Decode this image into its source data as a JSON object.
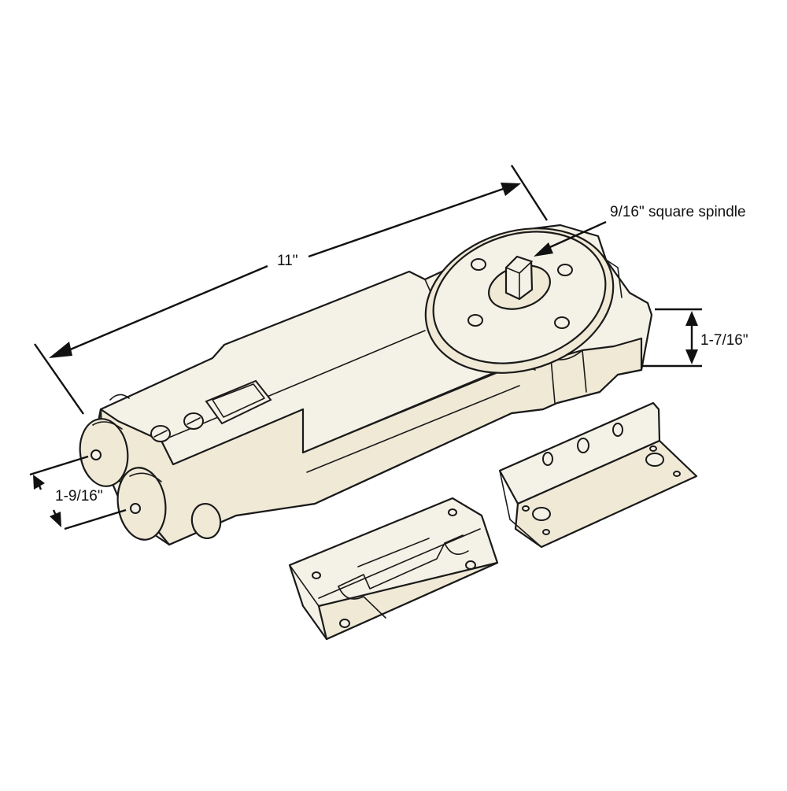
{
  "dimensions": {
    "length": "11\"",
    "spindle": "9/16\" square spindle",
    "height": "1-7/16\"",
    "width": "1-9/16\""
  }
}
